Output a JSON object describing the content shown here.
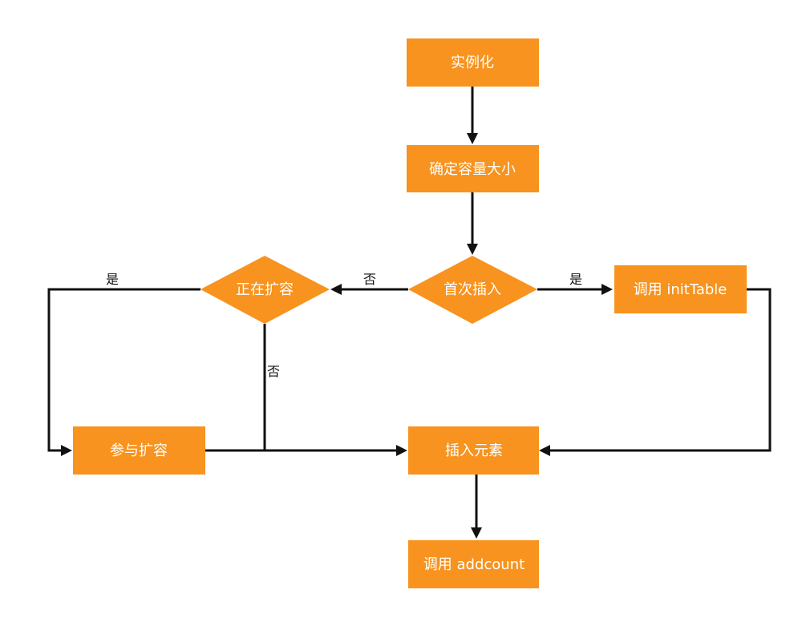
{
  "colors": {
    "node_fill": "#f7931e",
    "node_text": "#ffffff",
    "edge": "#111111",
    "background": "#ffffff"
  },
  "nodes": {
    "instantiate": "实例化",
    "determine_capacity": "确定容量大小",
    "first_insert": "首次插入",
    "resizing": "正在扩容",
    "call_init_table": "调用 initTable",
    "help_resize": "参与扩容",
    "insert_element": "插入元素",
    "call_addcount": "调用 addcount"
  },
  "edge_labels": {
    "first_insert_yes": "是",
    "first_insert_no": "否",
    "resizing_yes": "是",
    "resizing_no": "否"
  }
}
